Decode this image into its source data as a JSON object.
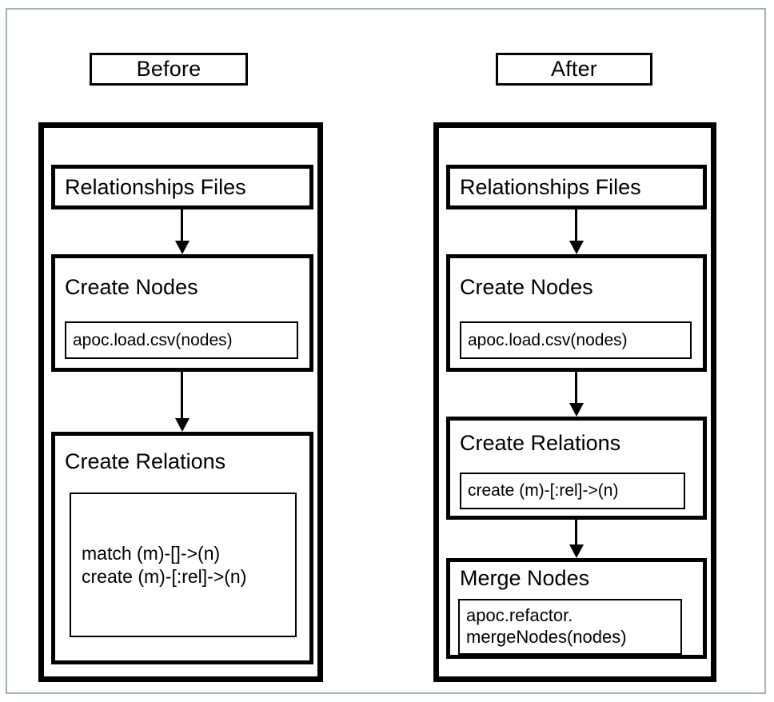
{
  "diagram": {
    "columns": [
      {
        "id": "before",
        "title": "Before",
        "steps": [
          {
            "id": "relationships-files",
            "title": "Relationships Files",
            "code": []
          },
          {
            "id": "create-nodes",
            "title": "Create Nodes",
            "code": [
              "apoc.load.csv(nodes)"
            ]
          },
          {
            "id": "create-relations",
            "title": "Create Relations",
            "code": [
              "match (m)-[]->(n)",
              "create (m)-[:rel]->(n)"
            ]
          }
        ]
      },
      {
        "id": "after",
        "title": "After",
        "steps": [
          {
            "id": "relationships-files",
            "title": "Relationships Files",
            "code": []
          },
          {
            "id": "create-nodes",
            "title": "Create Nodes",
            "code": [
              "apoc.load.csv(nodes)"
            ]
          },
          {
            "id": "create-relations",
            "title": "Create Relations",
            "code": [
              "create (m)-[:rel]->(n)"
            ]
          },
          {
            "id": "merge-nodes",
            "title": "Merge Nodes",
            "code": [
              "apoc.refactor.",
              "mergeNodes(nodes)"
            ]
          }
        ]
      }
    ],
    "colors": {
      "stroke": "#000000",
      "background": "#ffffff",
      "frame": "#a9b0b4"
    }
  }
}
